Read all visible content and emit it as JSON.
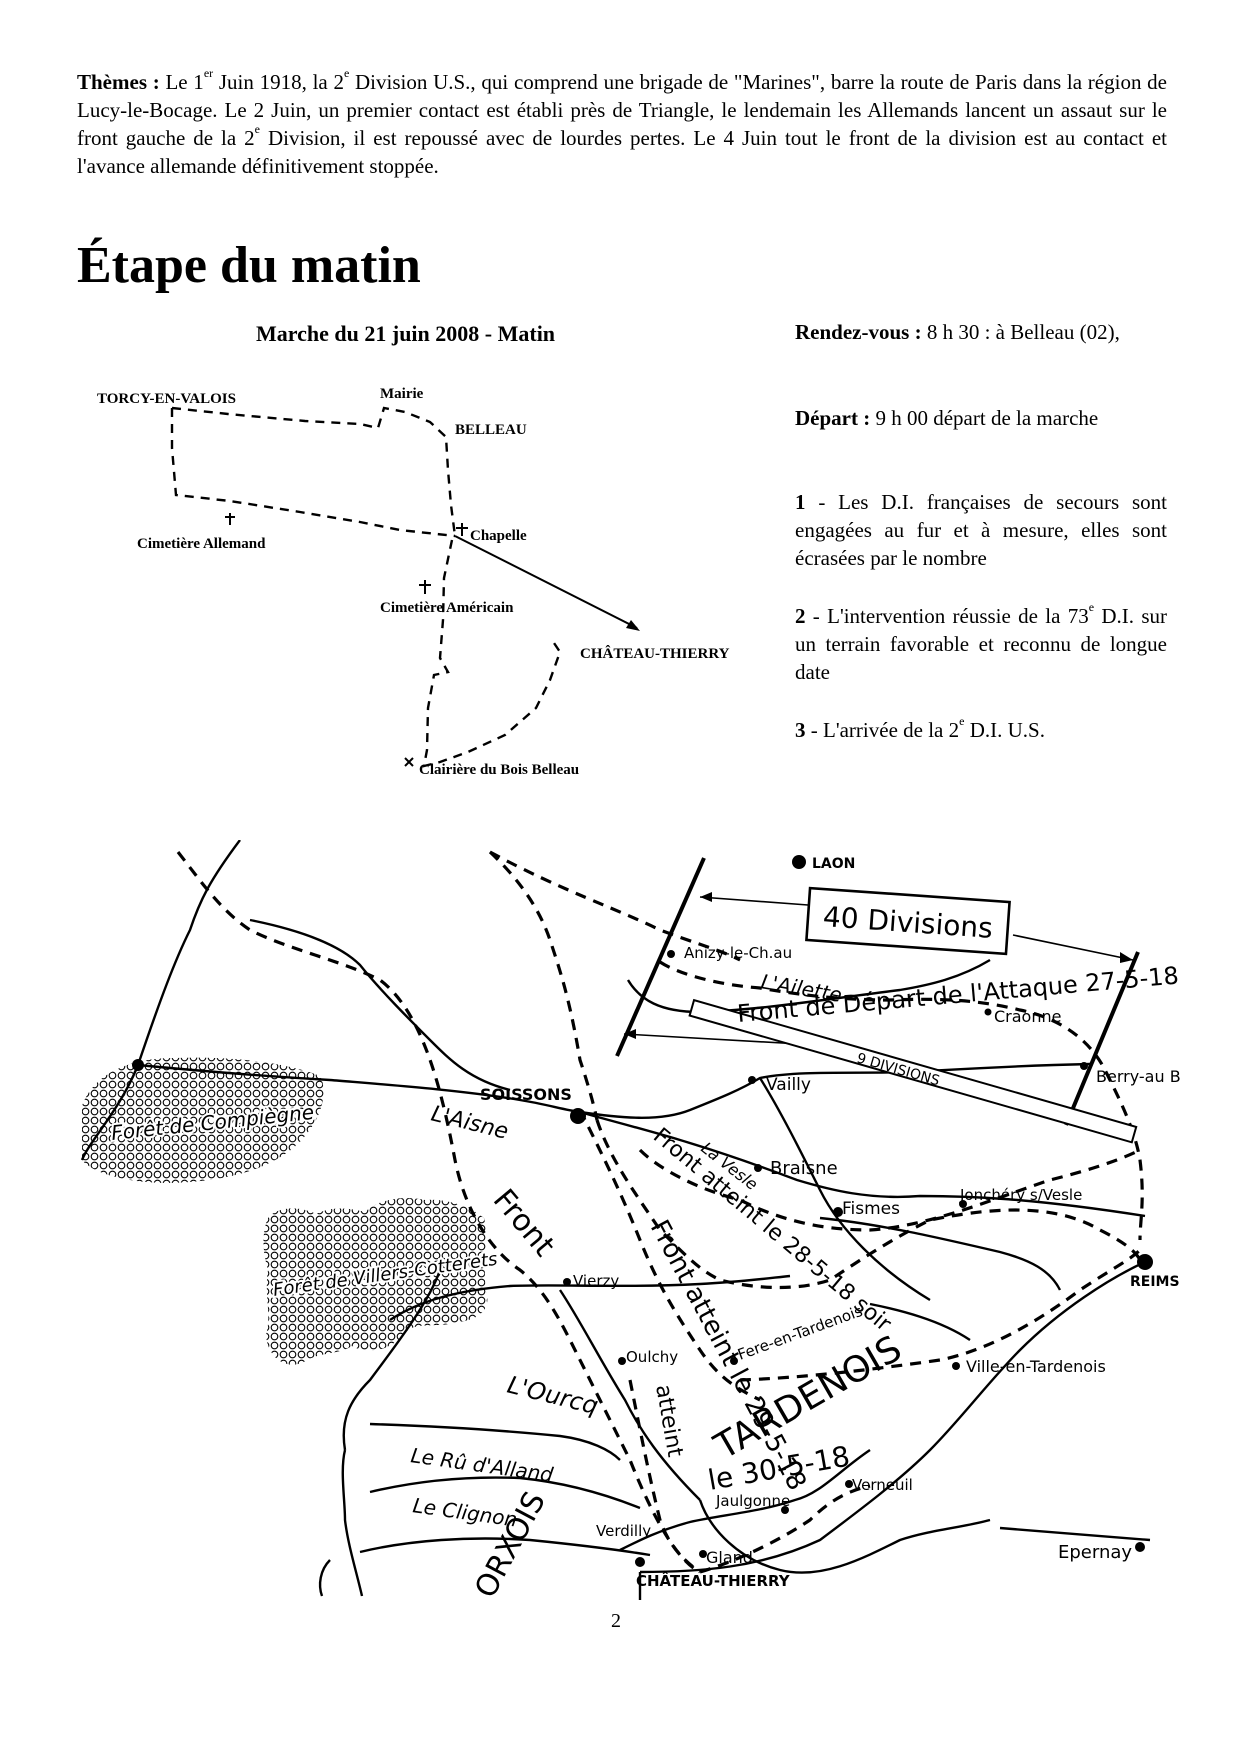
{
  "intro": {
    "label": "Thèmes :",
    "text_1": " Le 1",
    "sup_1": "er",
    "text_2": " Juin 1918, la 2",
    "sup_2": "e",
    "text_3": " Division U.S., qui comprend une brigade de \"Marines\", barre la route de Paris dans la région de Lucy-le-Bocage. Le 2 Juin, un premier contact est établi près de Triangle, le lendemain les Allemands lancent un assaut sur le front gauche de la 2",
    "sup_3": "e",
    "text_4": " Division, il est repoussé avec de lourdes pertes. Le 4 Juin tout le front de la division est au contact et l'avance allemande définitivement stoppée."
  },
  "heading": "Étape du matin",
  "march_map": {
    "title": "Marche du 21 juin 2008 - Matin",
    "labels": {
      "torcy": "TORCY-EN-VALOIS",
      "mairie": "Mairie",
      "belleau": "BELLEAU",
      "cim_allemand": "Cimetière Allemand",
      "chapelle": "Chapelle",
      "cim_americain": "Cimetière Américain",
      "chateau": "CHÂTEAU-THIERRY",
      "clairiere": "Clairière du Bois Belleau"
    }
  },
  "info": {
    "rdv_label": "Rendez-vous :",
    "rdv_text": " 8 h 30 : à Belleau (02),",
    "depart_label": "Départ :",
    "depart_text": " 9 h 00 départ de la marche",
    "item1_num": "1",
    "item1_text": " - Les D.I. françaises de secours sont engagées au fur et à mesure, elles sont écrasées par le nombre",
    "item2_num": "2",
    "item2_text_a": " - L'intervention réussie de la 73",
    "item2_sup": "e",
    "item2_text_b": " D.I. sur un terrain favorable et reconnu de longue date",
    "item3_num": "3",
    "item3_text_a": " - L'arrivée de la 2",
    "item3_sup": "e",
    "item3_text_b": " D.I. U.S."
  },
  "battle_map": {
    "laon": "LAON",
    "divisions_40": "40 Divisions",
    "anizy": "Anizy-le-Ch.au",
    "ailette": "L'Ailette",
    "front_depart": "Front de Départ de l'Attaque 27-5-18",
    "craonne": "Craonne",
    "divisions_9": "9 DIVISIONS",
    "berry": "Berry-au Bac",
    "vailly": "Vailly",
    "soissons": "SOISSONS",
    "aisne": "L'Aisne",
    "foret_compiegne": "Forêt de Compiègne",
    "vesle": "La Vesle",
    "braisne": "Braisne",
    "front_28": "Front atteint le 28-5-18 soir",
    "fismes": "Fismes",
    "jonchery": "Jonchéry s/Vesle",
    "reims": "REIMS",
    "foret_villers": "Forêt de Villers-Cotterets",
    "front_word": "Front",
    "front_29": "Front atteint le 29-5-18",
    "vierzy": "Vierzy",
    "oulchy": "Oulchy",
    "fere": "Fere-en-Tardenois",
    "tardenois": "TARDENOIS",
    "ville_tardenois": "Ville-en-Tardenois",
    "ourcq": "L'Ourcq",
    "atteint": "atteint",
    "le_30": "le 30-5-18",
    "ru_alland": "Le Rû d'Alland",
    "orxois": "ORXOIS",
    "clignon": "Le Clignon",
    "verneuil": "Verneuil",
    "jaulgonne": "Jaulgonne",
    "verdilly": "Verdilly",
    "gland": "Gland",
    "chateau": "CHÂTEAU-THIERRY",
    "epernay": "Epernay"
  },
  "page_number": "2"
}
